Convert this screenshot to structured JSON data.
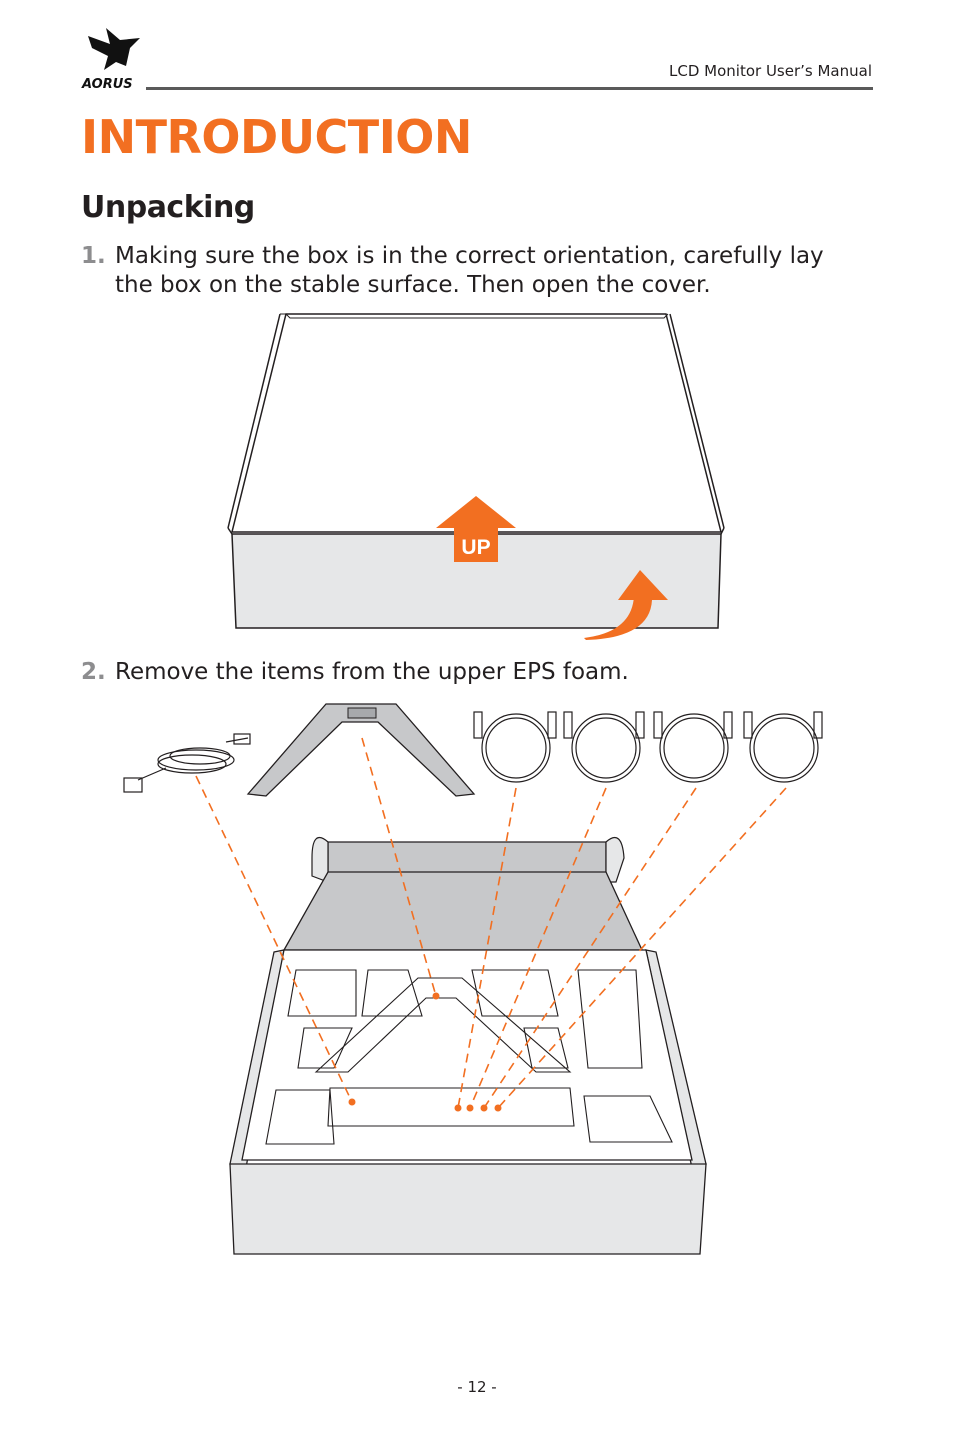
{
  "header": {
    "brand": "AORUS",
    "manual_title": "LCD Monitor User’s Manual"
  },
  "page_title": "INTRODUCTION",
  "section_title": "Unpacking",
  "steps": [
    {
      "number": "1.",
      "text": "Making sure the box is in the correct orientation, carefully lay the box on the stable surface. Then open the cover."
    },
    {
      "number": "2.",
      "text": "Remove the items from the upper EPS foam."
    }
  ],
  "figure1": {
    "up_label": "UP"
  },
  "footer": {
    "page_number": "- 12 -"
  },
  "colors": {
    "accent": "#f26f21",
    "text": "#231f20",
    "step_number": "#8d8d8f",
    "rule": "#5a5a5a",
    "box_face": "#e6e7e8",
    "foam_top": "#c7c8ca"
  }
}
